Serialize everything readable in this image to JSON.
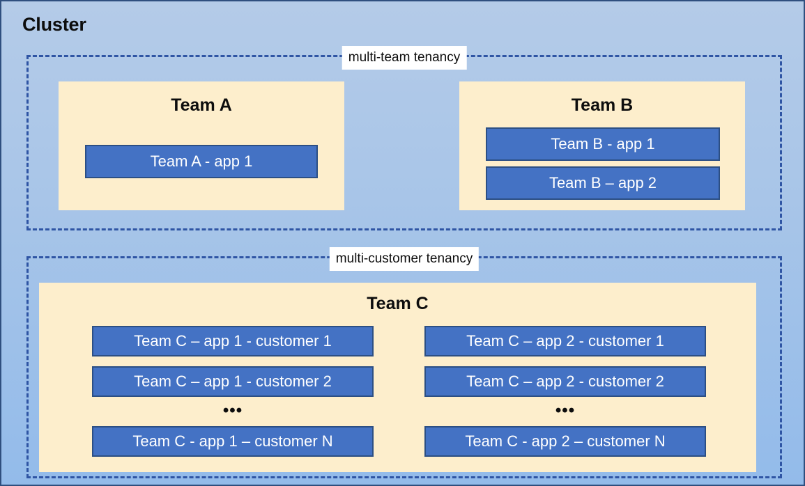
{
  "cluster": {
    "title": "Cluster"
  },
  "zones": [
    {
      "id": "multi-team",
      "label": "multi-team tenancy"
    },
    {
      "id": "multi-customer",
      "label": "multi-customer tenancy"
    }
  ],
  "teams": [
    {
      "id": "team-a",
      "title": "Team A",
      "apps": [
        {
          "label": "Team A - app 1"
        }
      ]
    },
    {
      "id": "team-b",
      "title": "Team B",
      "apps": [
        {
          "label": "Team B - app 1"
        },
        {
          "label": "Team B – app 2"
        }
      ]
    },
    {
      "id": "team-c",
      "title": "Team C",
      "columns": [
        {
          "id": "app-1",
          "apps": [
            {
              "label": "Team C – app 1 - customer 1"
            },
            {
              "label": "Team C – app 1 - customer 2"
            },
            {
              "label": "Team C - app 1 – customer N"
            }
          ],
          "ellipsis": "•••"
        },
        {
          "id": "app-2",
          "apps": [
            {
              "label": "Team C – app 2 - customer 1"
            },
            {
              "label": "Team C – app 2 - customer 2"
            },
            {
              "label": "Team C - app 2 – customer N"
            }
          ],
          "ellipsis": "•••"
        }
      ]
    }
  ],
  "colors": {
    "canvas_background_top": "#b4cbe8",
    "canvas_background_bottom": "#93bbea",
    "canvas_border": "#2f4f7f",
    "zone_dash": "#2f55a4",
    "team_box_fill": "#fdeecc",
    "app_box_fill": "#4472c4",
    "app_box_border": "#2c4f84",
    "app_box_text": "#ffffff",
    "label_background": "#ffffff",
    "text": "#0d0d0d"
  }
}
